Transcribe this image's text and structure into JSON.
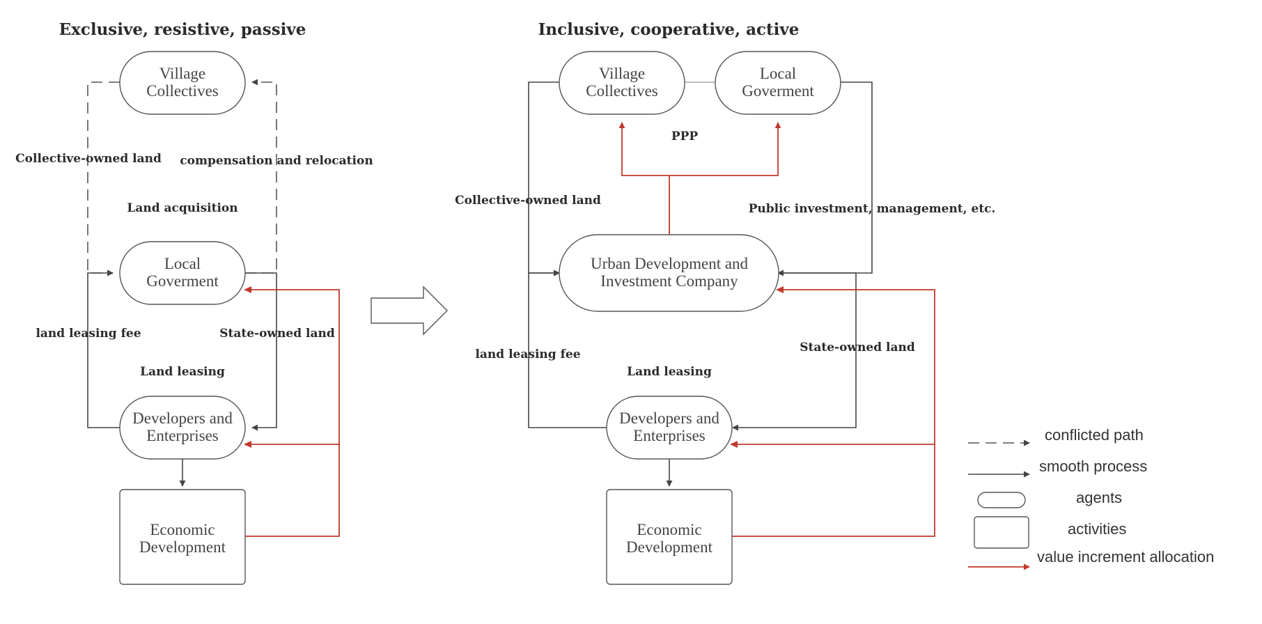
{
  "colors": {
    "smooth": "#444444",
    "value": "#c0392b"
  },
  "left": {
    "title": "Exclusive, resistive, passive",
    "nodes": {
      "village": [
        "Village",
        "Collectives"
      ],
      "gov": [
        "Local",
        "Goverment"
      ],
      "dev": [
        "Developers and",
        "Enterprises"
      ],
      "eco": [
        "Economic",
        "Development"
      ]
    },
    "labels": {
      "collective_land": "Collective-owned land",
      "compensation": "compensation and relocation",
      "acquisition": "Land acquisition",
      "leasing_fee": "land leasing fee",
      "state_land": "State-owned land",
      "leasing": "Land leasing"
    }
  },
  "right": {
    "title": "Inclusive, cooperative, active",
    "nodes": {
      "village": [
        "Village",
        "Collectives"
      ],
      "gov": [
        "Local",
        "Goverment"
      ],
      "udic": [
        "Urban Development and",
        "Investment Company"
      ],
      "dev": [
        "Developers and",
        "Enterprises"
      ],
      "eco": [
        "Economic",
        "Development"
      ]
    },
    "labels": {
      "ppp": "PPP",
      "collective_land": "Collective-owned land",
      "public_investment": "Public investment, management, etc.",
      "leasing_fee": "land leasing fee",
      "state_land": "State-owned land",
      "leasing": "Land leasing"
    }
  },
  "legend": {
    "conflicted": "conflicted path",
    "smooth": "smooth process",
    "agents": "agents",
    "activities": "activities",
    "value": "value increment  allocation"
  }
}
